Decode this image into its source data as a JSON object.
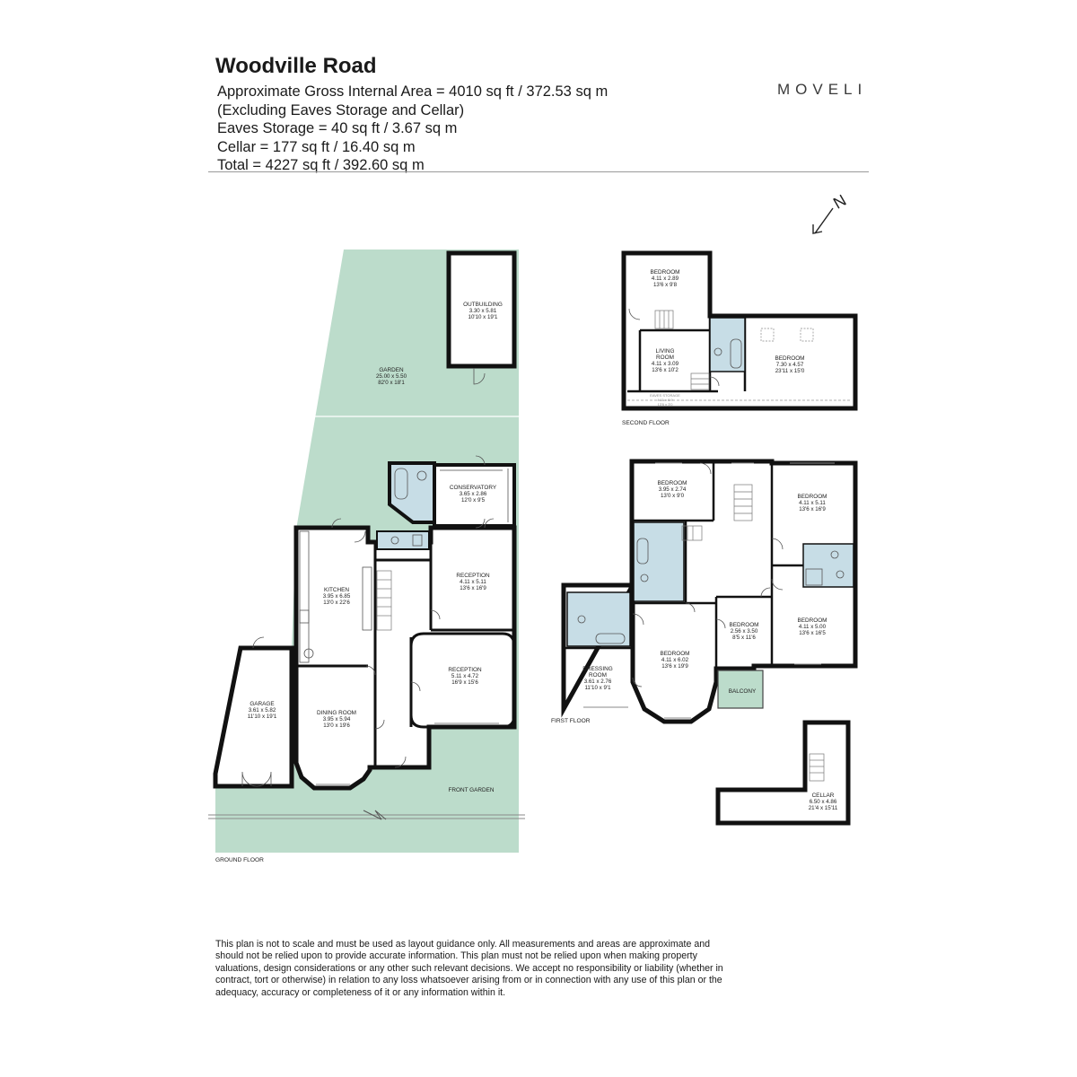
{
  "header": {
    "title": "Woodville Road",
    "area_lines": [
      "Approximate Gross Internal Area = 4010 sq ft / 372.53 sq m",
      "(Excluding Eaves Storage and Cellar)",
      "Eaves Storage = 40 sq ft / 3.67 sq m",
      "Cellar = 177 sq ft / 16.40 sq m",
      "Total = 4227 sq ft / 392.60 sq m"
    ],
    "brand": "MOVELI"
  },
  "compass": {
    "label": "N"
  },
  "floors": {
    "ground": "GROUND FLOOR",
    "first": "FIRST FLOOR",
    "second": "SECOND FLOOR"
  },
  "rooms": {
    "outbuilding": {
      "name": "OUTBUILDING",
      "metric": "3.30 x 5.81",
      "imperial": "10'10 x 19'1"
    },
    "garden": {
      "name": "GARDEN",
      "metric": "25.00 x 5.50",
      "imperial": "82'0 x 18'1"
    },
    "conservatory": {
      "name": "CONSERVATORY",
      "metric": "3.65 x 2.86",
      "imperial": "12'0 x 9'5"
    },
    "kitchen": {
      "name": "KITCHEN",
      "metric": "3.95 x 6.85",
      "imperial": "13'0 x 22'6"
    },
    "reception1": {
      "name": "RECEPTION",
      "metric": "4.11 x 5.11",
      "imperial": "13'6 x 16'9"
    },
    "reception2": {
      "name": "RECEPTION",
      "metric": "5.11 x 4.72",
      "imperial": "16'9 x 15'6"
    },
    "garage": {
      "name": "GARAGE",
      "metric": "3.61 x 5.82",
      "imperial": "11'10 x 19'1"
    },
    "dining": {
      "name": "DINING ROOM",
      "metric": "3.95 x 5.94",
      "imperial": "13'0 x 19'6"
    },
    "front_garden": {
      "name": "FRONT GARDEN"
    },
    "sf_bedroom1": {
      "name": "BEDROOM",
      "metric": "4.11 x 2.89",
      "imperial": "13'6 x 9'8"
    },
    "sf_living": {
      "name1": "LIVING",
      "name2": "ROOM",
      "metric": "4.11 x 3.09",
      "imperial": "13'6 x 10'2"
    },
    "sf_bedroom2": {
      "name": "BEDROOM",
      "metric": "7.30 x 4.57",
      "imperial": "23'11 x 15'0"
    },
    "eaves": {
      "name": "EAVES STORAGE",
      "metric": "4.11 x 0.9",
      "imperial": "13'6 x 3'0"
    },
    "ff_bedroom1": {
      "name": "BEDROOM",
      "metric": "3.95 x 2.74",
      "imperial": "13'0 x 9'0"
    },
    "ff_bedroom2": {
      "name": "BEDROOM",
      "metric": "4.11 x 5.11",
      "imperial": "13'6 x 16'9"
    },
    "ff_bedroom3": {
      "name": "BEDROOM",
      "metric": "2.56 x 3.50",
      "imperial": "8'5 x 11'6"
    },
    "ff_bedroom4": {
      "name": "BEDROOM",
      "metric": "4.11 x 5.00",
      "imperial": "13'6 x 16'5"
    },
    "ff_bedroom5": {
      "name": "BEDROOM",
      "metric": "4.11 x 6.02",
      "imperial": "13'6 x 19'9"
    },
    "dressing": {
      "name1": "DRESSING",
      "name2": "ROOM",
      "metric": "3.61 x 2.76",
      "imperial": "11'10 x 9'1"
    },
    "balcony": {
      "name": "BALCONY"
    },
    "cellar": {
      "name": "CELLAR",
      "metric": "6.50 x 4.86",
      "imperial": "21'4 x 15'11"
    }
  },
  "disclaimer": "This plan is not to scale and must be used as layout guidance only. All measurements and areas are approximate and should not be relied upon to provide accurate information. This plan must not be relied upon when making property valuations, design considerations or any other such relevant decisions. We accept no responsibility or liability (whether in contract, tort or otherwise) in relation to any loss whatsoever arising from or in connection with any use of this plan or the adequacy, accuracy or completeness of it or any information within it.",
  "colors": {
    "garden": "#bcdccb",
    "wet_room": "#c7dde6",
    "wall": "#111111",
    "text": "#1a1a1a"
  }
}
